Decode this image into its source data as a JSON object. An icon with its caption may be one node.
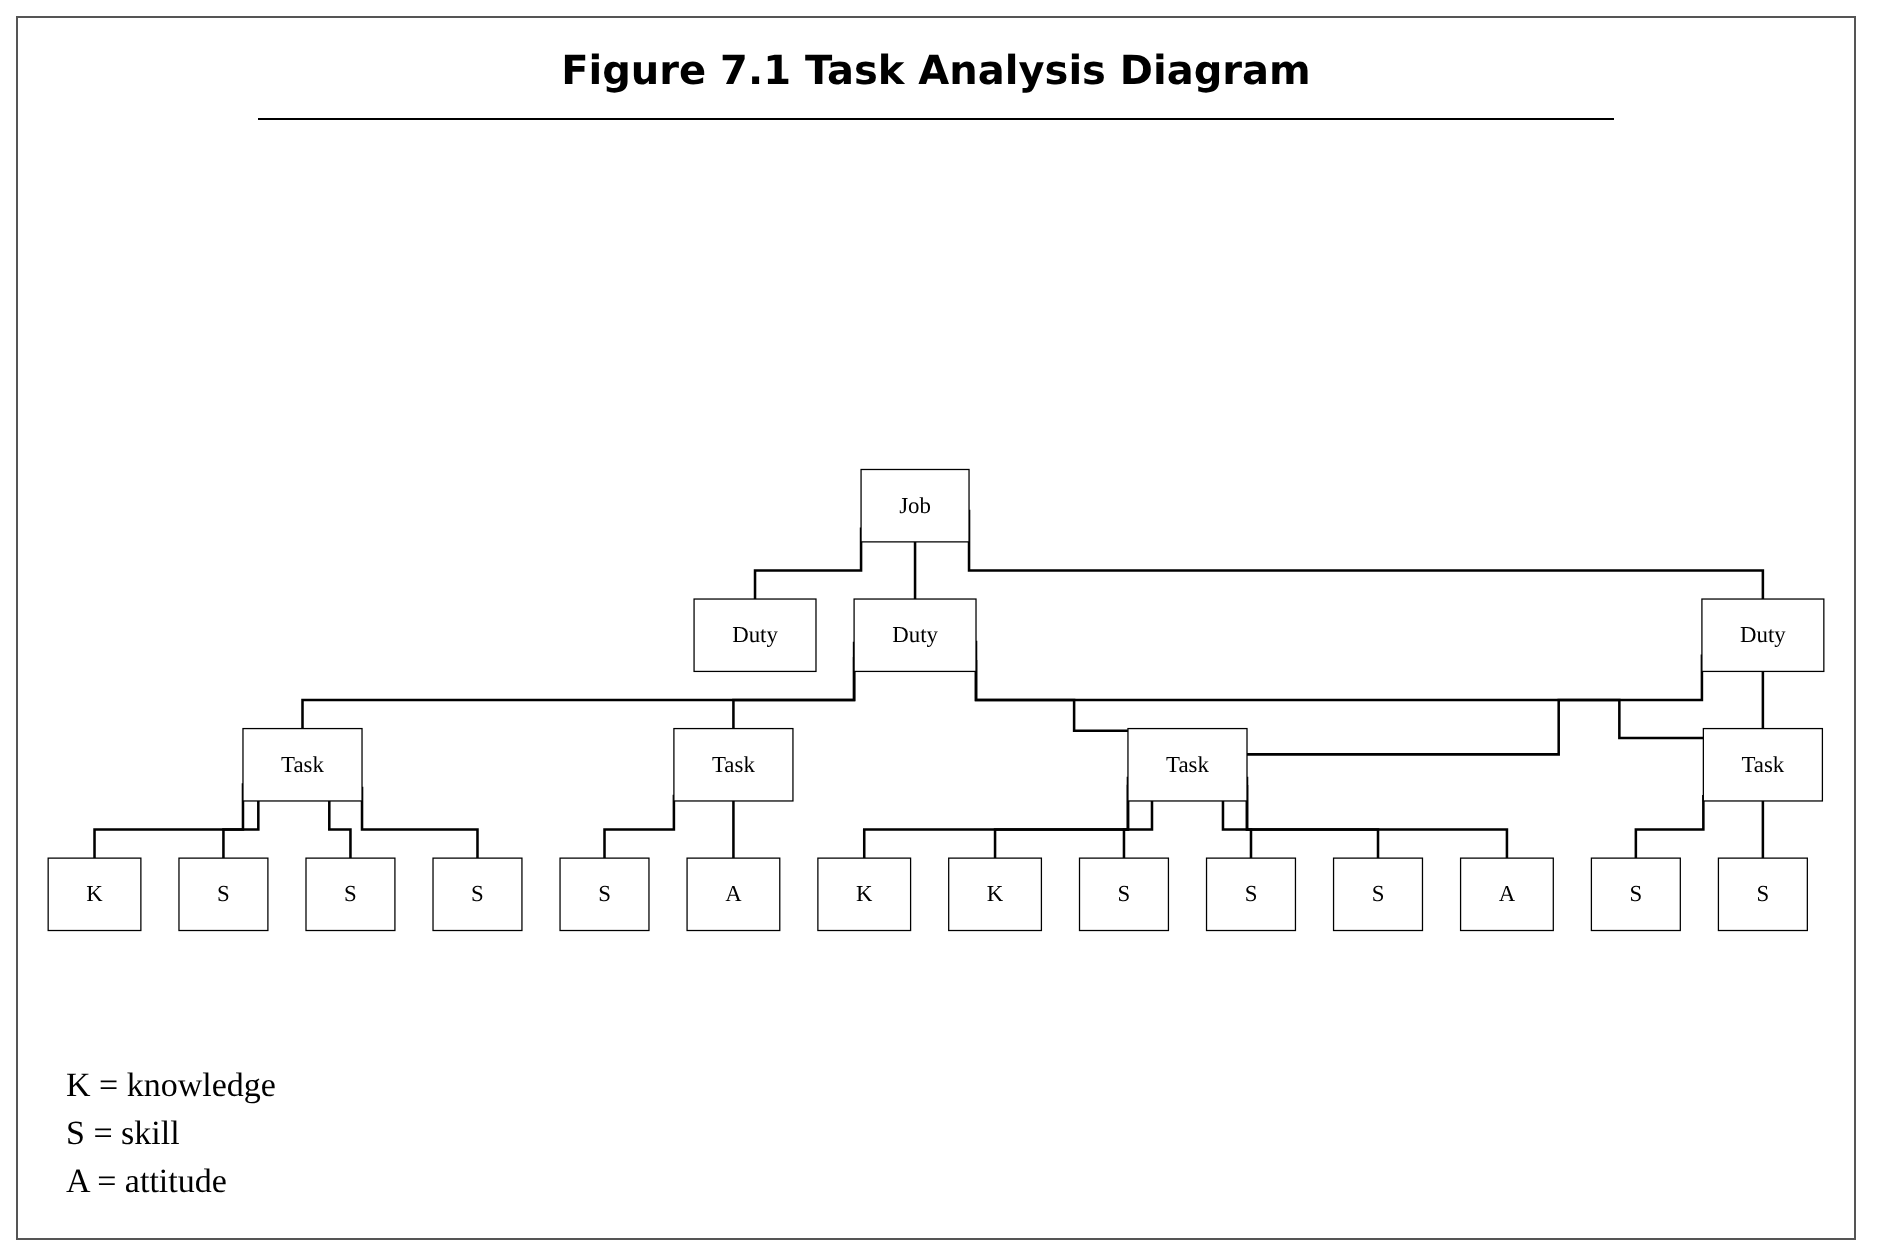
{
  "diagram": {
    "title": "Figure 7.1 Task Analysis Diagram",
    "nodes": [
      {
        "text": [
          "Job"
        ]
      },
      {
        "text": [
          "Duty"
        ]
      },
      {
        "text": [
          "Duty"
        ]
      },
      {
        "text": [
          "Duty"
        ]
      },
      {
        "text": [
          "Task"
        ]
      },
      {
        "text": [
          "Task"
        ]
      },
      {
        "text": [
          "Task"
        ]
      },
      {
        "text": [
          "Task"
        ]
      },
      {
        "text": [
          "K"
        ]
      },
      {
        "text": [
          "S"
        ]
      },
      {
        "text": [
          "S"
        ]
      },
      {
        "text": [
          "S"
        ]
      },
      {
        "text": [
          "S"
        ]
      },
      {
        "text": [
          "A"
        ]
      },
      {
        "text": [
          "K"
        ]
      },
      {
        "text": [
          "K"
        ]
      },
      {
        "text": [
          "S"
        ]
      },
      {
        "text": [
          "S"
        ]
      },
      {
        "text": [
          "S"
        ]
      },
      {
        "text": [
          "S"
        ]
      },
      {
        "text": [
          "S"
        ]
      },
      {
        "text": [
          "A"
        ]
      }
    ],
    "edges": [
      {
        "from": 0,
        "to": 1,
        "arrow": "none"
      },
      {
        "from": 0,
        "to": 2,
        "arrow": "none"
      },
      {
        "from": 0,
        "to": 3,
        "arrow": "none"
      },
      {
        "from": 2,
        "to": 4,
        "arrow": "none"
      },
      {
        "from": 2,
        "to": 5,
        "arrow": "none"
      },
      {
        "from": 2,
        "to": 6,
        "arrow": "none"
      },
      {
        "from": 2,
        "to": 7,
        "arrow": "none"
      },
      {
        "from": 3,
        "to": 6,
        "arrow": "none"
      },
      {
        "from": 3,
        "to": 7,
        "arrow": "none"
      },
      {
        "from": 4,
        "to": 8,
        "arrow": "none"
      },
      {
        "from": 4,
        "to": 9,
        "arrow": "none"
      },
      {
        "from": 4,
        "to": 10,
        "arrow": "none"
      },
      {
        "from": 4,
        "to": 11,
        "arrow": "none"
      },
      {
        "from": 5,
        "to": 12,
        "arrow": "none"
      },
      {
        "from": 5,
        "to": 13,
        "arrow": "none"
      },
      {
        "from": 6,
        "to": 14,
        "arrow": "none"
      },
      {
        "from": 6,
        "to": 15,
        "arrow": "none"
      },
      {
        "from": 6,
        "to": 16,
        "arrow": "none"
      },
      {
        "from": 6,
        "to": 17,
        "arrow": "none"
      },
      {
        "from": 7,
        "to": 18,
        "arrow": "none"
      },
      {
        "from": 7,
        "to": 19,
        "arrow": "none"
      },
      {
        "from": 6,
        "to": 20,
        "arrow": "none"
      },
      {
        "from": 6,
        "to": 21,
        "arrow": "none"
      }
    ],
    "labels": [
      "K = knowledge",
      "S = skill",
      "A = attitude"
    ]
  }
}
